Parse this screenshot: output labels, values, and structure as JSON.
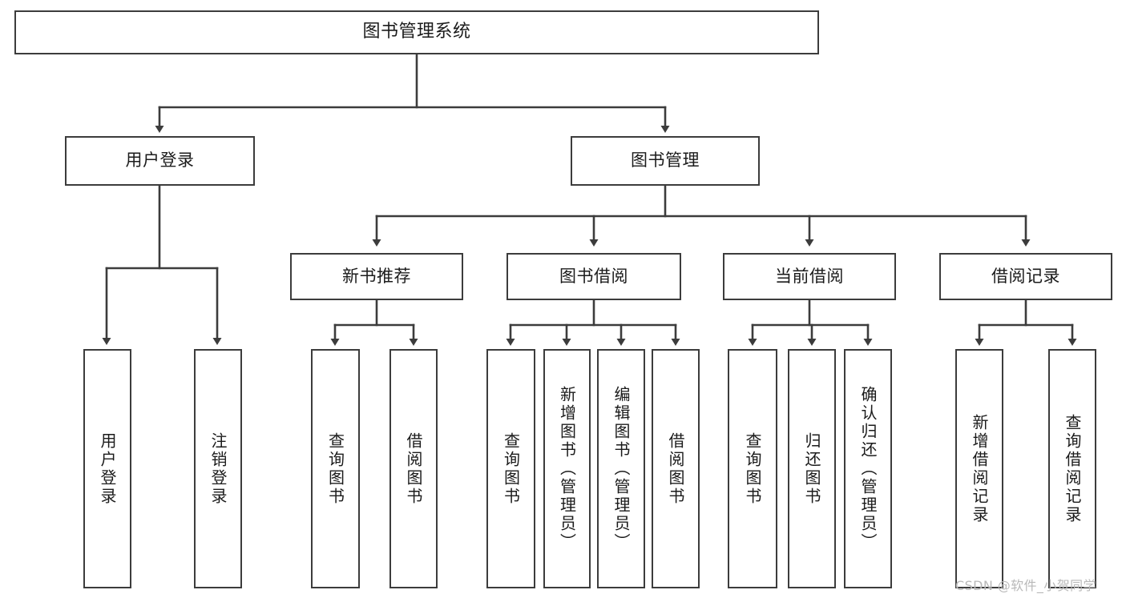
{
  "diagram": {
    "type": "tree",
    "title": "图书管理系统",
    "root": {
      "label": "图书管理系统"
    },
    "level2": [
      {
        "label": "用户登录"
      },
      {
        "label": "图书管理"
      }
    ],
    "level3": [
      {
        "label": "新书推荐"
      },
      {
        "label": "图书借阅"
      },
      {
        "label": "当前借阅"
      },
      {
        "label": "借阅记录"
      }
    ],
    "leaves": {
      "user_login": [
        {
          "label": "用户登录"
        },
        {
          "label": "注销登录"
        }
      ],
      "new_book": [
        {
          "label": "查询图书"
        },
        {
          "label": "借阅图书"
        }
      ],
      "book_borrow": [
        {
          "label": "查询图书"
        },
        {
          "label": "新增图书（管理员）"
        },
        {
          "label": "编辑图书（管理员）"
        },
        {
          "label": "借阅图书"
        }
      ],
      "current_borrow": [
        {
          "label": "查询图书"
        },
        {
          "label": "归还图书"
        },
        {
          "label": "确认归还（管理员）"
        }
      ],
      "borrow_record": [
        {
          "label": "新增借阅记录"
        },
        {
          "label": "查询借阅记录"
        }
      ]
    }
  },
  "watermark": {
    "text": "CSDN @软件_小贺同学"
  },
  "colors": {
    "border": "#3c3c3c",
    "edge": "#3c3c3c",
    "text": "#1b1b1b",
    "background": "#ffffff",
    "watermark": "#b9b9b9"
  }
}
